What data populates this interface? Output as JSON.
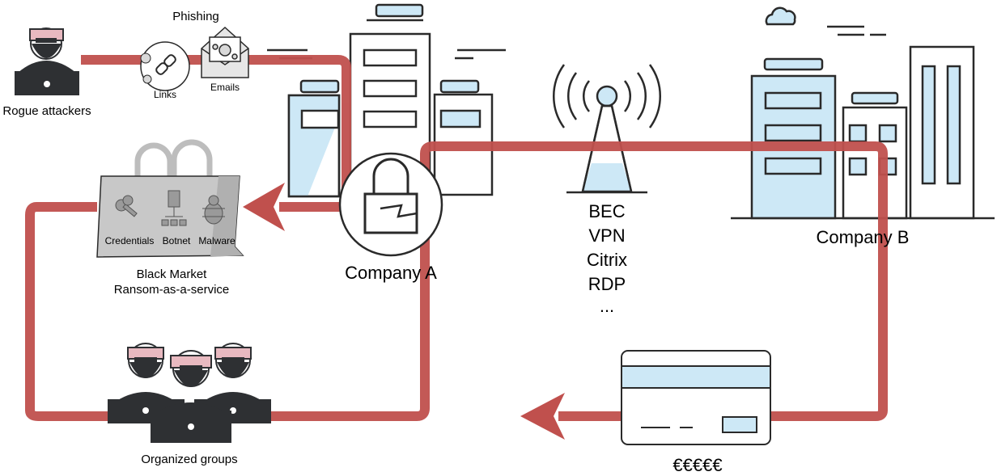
{
  "labels": {
    "rogue_attackers": "Rogue attackers",
    "phishing": "Phishing",
    "links": "Links",
    "emails": "Emails",
    "credentials": "Credentials",
    "botnet": "Botnet",
    "malware": "Malware",
    "black_market_line1": "Black Market",
    "black_market_line2": "Ransom-as-a-service",
    "company_a": "Company A",
    "company_b": "Company B",
    "organized_groups": "Organized groups",
    "money": "€€€€€"
  },
  "vectors": [
    "BEC",
    "VPN",
    "Citrix",
    "RDP",
    "..."
  ],
  "colors": {
    "flow": "#c0504d",
    "outline": "#2a2a2a",
    "fill_light_blue": "#cde8f6",
    "dark_laptop": "#2e3033",
    "mask": "#e8b9c0",
    "bag_grey": "#c8c8c8"
  }
}
